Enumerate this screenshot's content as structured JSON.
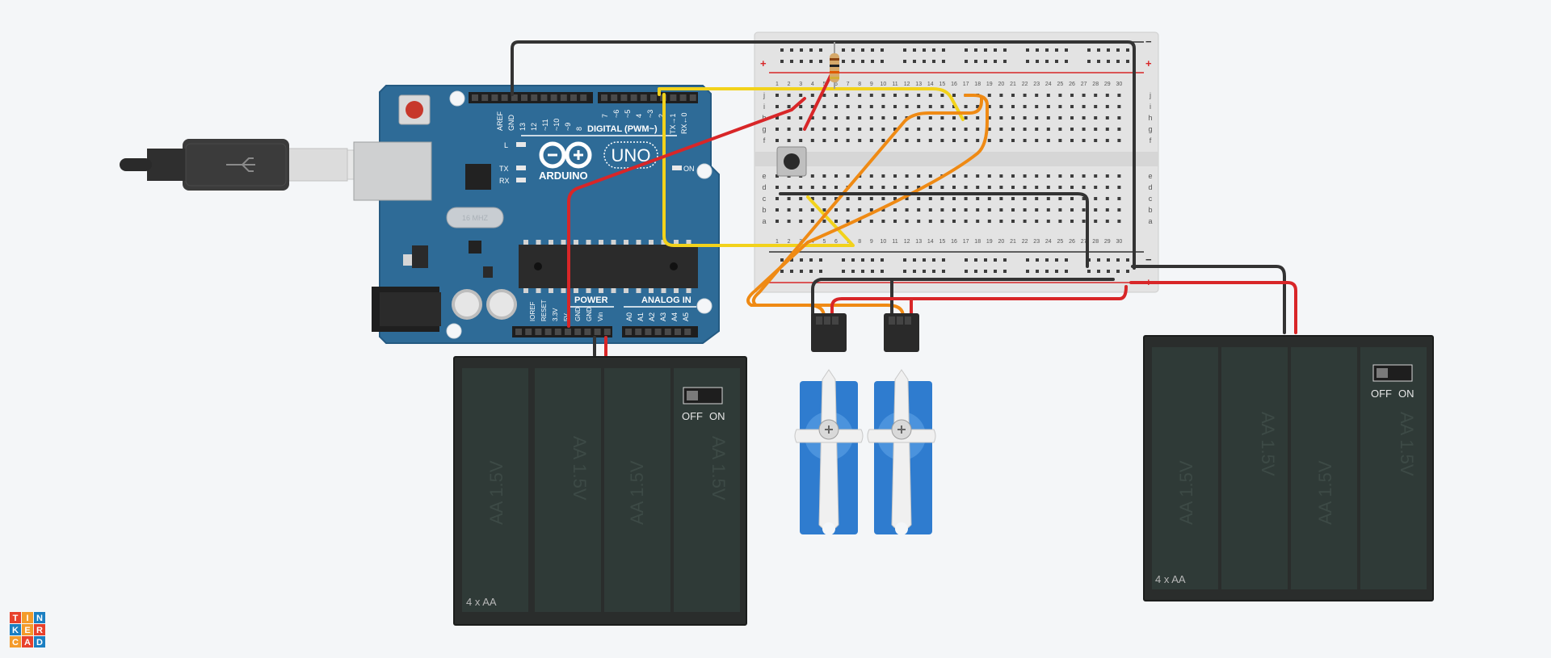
{
  "board": {
    "header_top": [
      "AREF",
      "GND",
      "13",
      "12",
      "~11",
      "~10",
      "~9",
      "8",
      "7",
      "~6",
      "~5",
      "4",
      "~3",
      "2",
      "TX→1",
      "RX←0"
    ],
    "digital_label": "DIGITAL (PWM~)",
    "brand": "ARDUINO",
    "model": "UNO",
    "led_l": "L",
    "led_tx": "TX",
    "led_rx": "RX",
    "led_on": "ON",
    "crystal": "16 MHZ",
    "power_label": "POWER",
    "analog_label": "ANALOG IN",
    "power_pins": [
      "IOREF",
      "RESET",
      "3.3V",
      "5V",
      "GND",
      "GND",
      "Vin"
    ],
    "analog_pins": [
      "A0",
      "A1",
      "A2",
      "A3",
      "A4",
      "A5"
    ]
  },
  "breadboard": {
    "rows_top": [
      "j",
      "i",
      "h",
      "g",
      "f"
    ],
    "rows_bottom": [
      "e",
      "d",
      "c",
      "b",
      "a"
    ],
    "plus": "+",
    "minus": "−",
    "columns": [
      "1",
      "2",
      "3",
      "4",
      "5",
      "6",
      "7",
      "8",
      "9",
      "10",
      "11",
      "12",
      "13",
      "14",
      "15",
      "16",
      "17",
      "18",
      "19",
      "20",
      "21",
      "22",
      "23",
      "24",
      "25",
      "26",
      "27",
      "28",
      "29",
      "30"
    ]
  },
  "battery_left": {
    "cells": [
      "AA 1.5V",
      "AA 1.5V",
      "AA 1.5V",
      "AA 1.5V"
    ],
    "switch_off": "OFF",
    "switch_on": "ON",
    "caption": "4 x AA"
  },
  "battery_right": {
    "cells": [
      "AA 1.5V",
      "AA 1.5V",
      "AA 1.5V",
      "AA 1.5V"
    ],
    "switch_off": "OFF",
    "switch_on": "ON",
    "caption": "4 x AA"
  },
  "logo": {
    "letters": [
      "T",
      "I",
      "N",
      "K",
      "E",
      "R",
      "C",
      "A",
      "D"
    ]
  },
  "colors": {
    "background": "#f4f6f8",
    "board": "#2e6b97",
    "wire_black": "#333333",
    "wire_red": "#d82628",
    "wire_yellow": "#f2d21b",
    "wire_orange": "#ef8a14",
    "servo_blue": "#2f7ccf",
    "battery": "#2a2d2c"
  }
}
